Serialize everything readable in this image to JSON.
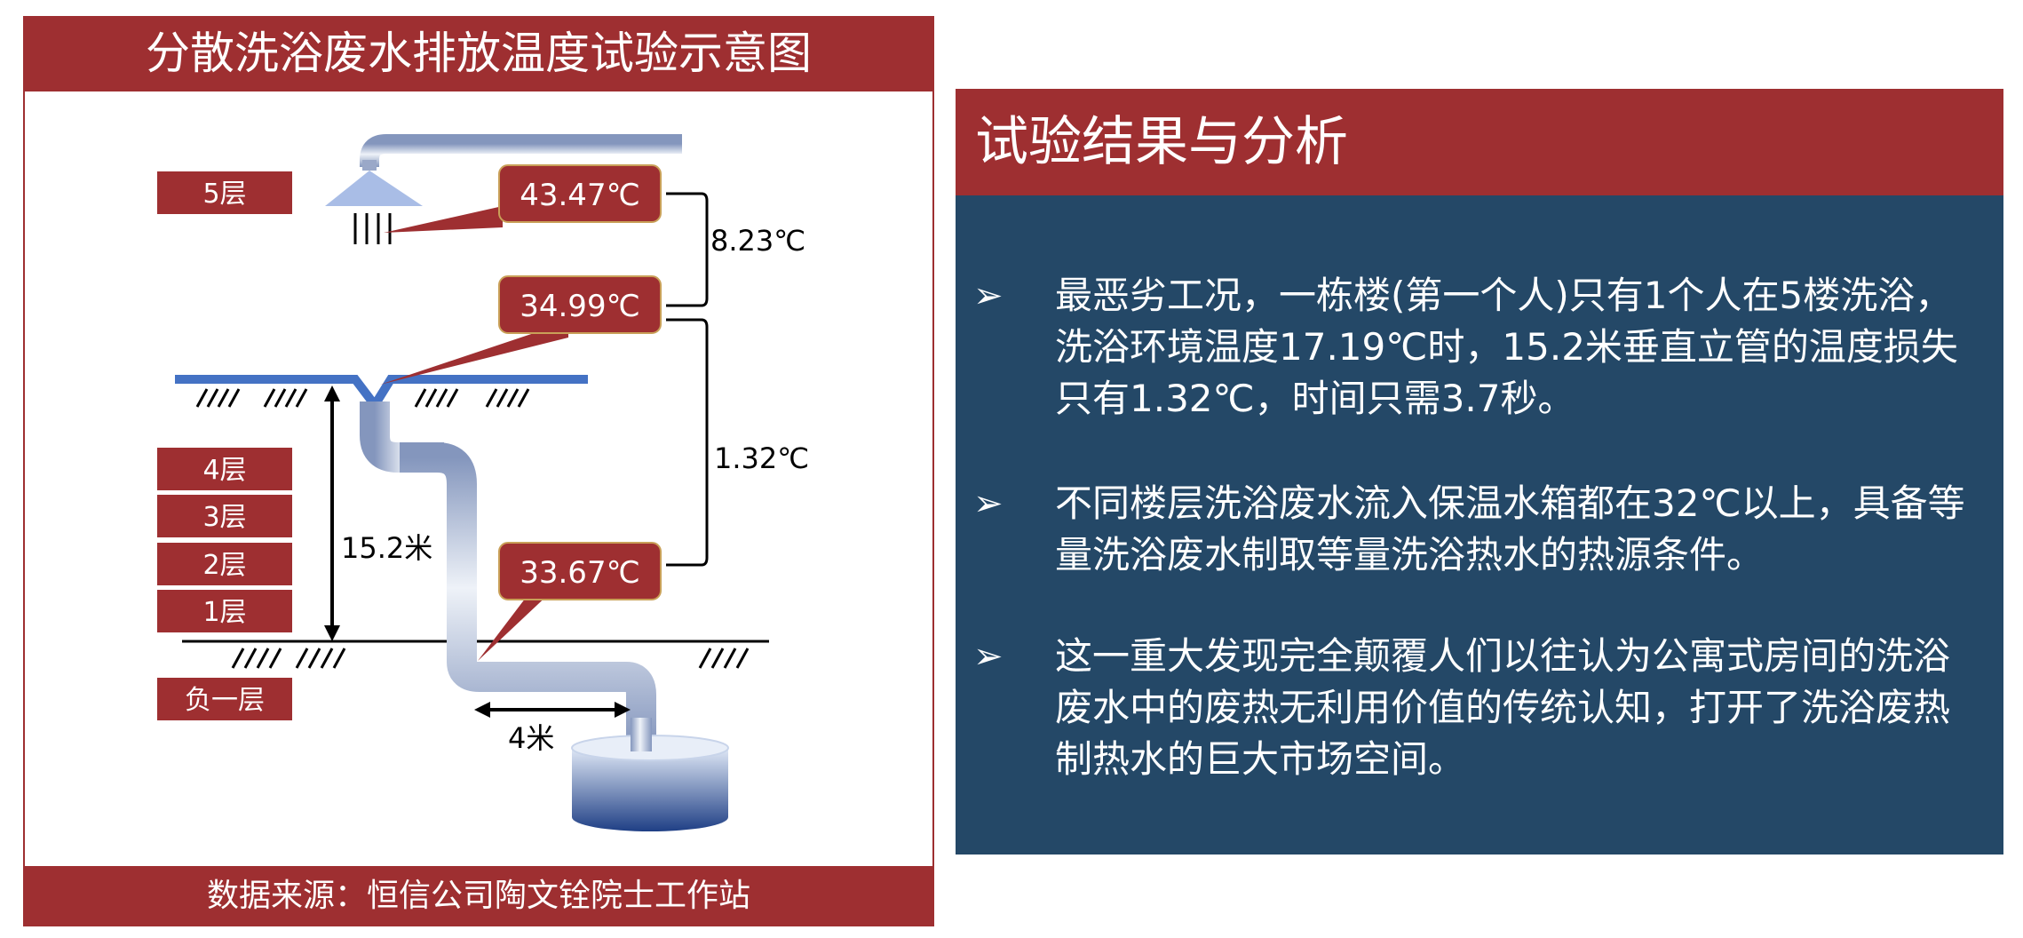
{
  "left_panel": {
    "title": "分散洗浴废水排放温度试验示意图",
    "footer": "数据来源：恒信公司陶文铨院士工作站",
    "floors": [
      "5层",
      "4层",
      "3层",
      "2层",
      "1层",
      "负一层"
    ],
    "temps": {
      "top": "43.47℃",
      "middle": "34.99℃",
      "bottom": "33.67℃"
    },
    "differences": {
      "upper": "8.23℃",
      "lower": "1.32℃"
    },
    "dimensions": {
      "vertical": "15.2米",
      "horizontal": "4米"
    },
    "colors": {
      "accent_red": "#9e2f31",
      "floor_blue": "#4472c4",
      "pipe_light": "#dce3f0",
      "pipe_dark": "#8496bd",
      "tank_dark": "#1f3f85"
    }
  },
  "right_panel": {
    "title": "试验结果与分析",
    "bullet_icon": "arrow-bullet-icon",
    "bullets": [
      "最恶劣工况，一栋楼(第一个人)只有1个人在5楼洗浴，洗浴环境温度17.19℃时，15.2米垂直立管的温度损失只有1.32℃，时间只需3.7秒。",
      "不同楼层洗浴废水流入保温水箱都在32℃以上，具备等量洗浴废水制取等量洗浴热水的热源条件。",
      "这一重大发现完全颠覆人们以往认为公寓式房间的洗浴废水中的废热无利用价值的传统认知，打开了洗浴废热制热水的巨大市场空间。"
    ],
    "colors": {
      "header_red": "#9e2f31",
      "body_navy": "#244867"
    }
  }
}
